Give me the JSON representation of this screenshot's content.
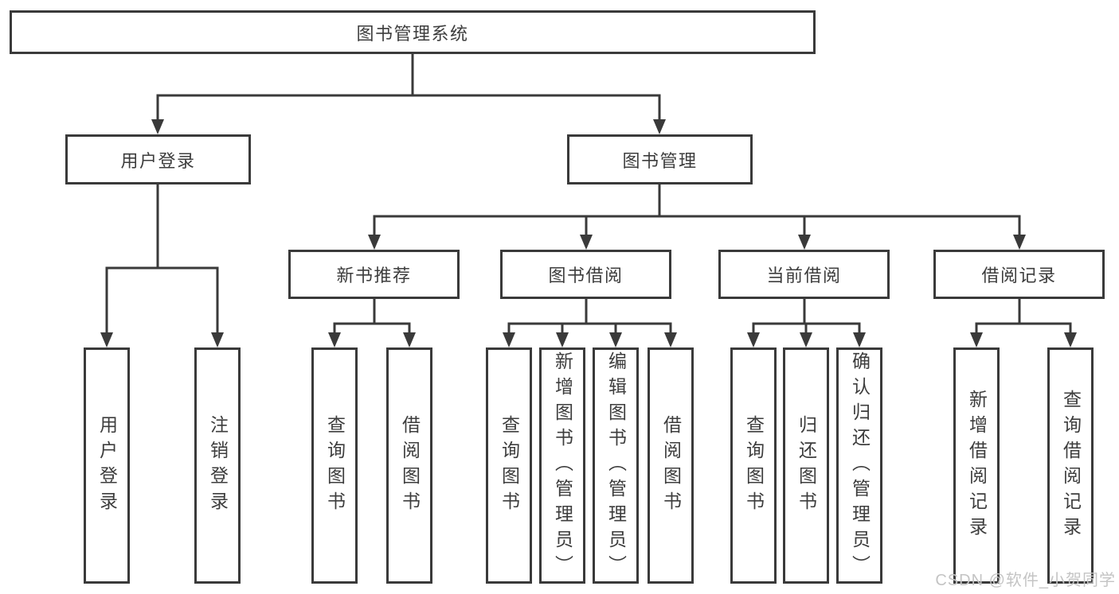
{
  "tree": {
    "root": "图书管理系统",
    "children": [
      {
        "label": "用户登录",
        "children": [
          "用户登录",
          "注销登录"
        ]
      },
      {
        "label": "图书管理",
        "children": [
          {
            "label": "新书推荐",
            "children": [
              "查询图书",
              "借阅图书"
            ]
          },
          {
            "label": "图书借阅",
            "children": [
              "查询图书",
              "新增图书（管理员）",
              "编辑图书（管理员）",
              "借阅图书"
            ]
          },
          {
            "label": "当前借阅",
            "children": [
              "查询图书",
              "归还图书",
              "确认归还（管理员）"
            ]
          },
          {
            "label": "借阅记录",
            "children": [
              "新增借阅记录",
              "查询借阅记录"
            ]
          }
        ]
      }
    ]
  },
  "watermark": "CSDN @软件_小贺同学",
  "colors": {
    "line": "#3a3a3a",
    "text": "#3d3d3d",
    "background": "#ffffff",
    "watermark": "#c4c4c4"
  }
}
